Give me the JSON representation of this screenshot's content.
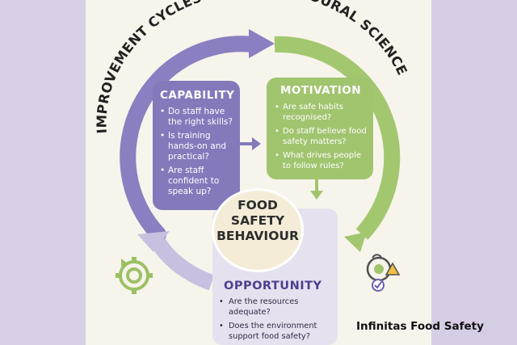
{
  "title": "IMPROVEMENT CYCLES WITH BEHAVIOURAL SCIENCE",
  "capability": {
    "heading": "CAPABILITY",
    "items": [
      "Do staff have the right skills?",
      "Is training hands-on and practical?",
      "Are staff confident to speak up?"
    ]
  },
  "motivation": {
    "heading": "MOTIVATION",
    "items": [
      "Are safe habits recognised?",
      "Do staff believe food safety matters?",
      "What drives people to follow rules?"
    ]
  },
  "center": {
    "line1": "FOOD",
    "line2": "SAFETY",
    "line3": "BEHAVIOUR"
  },
  "opportunity": {
    "heading": "OPPORTUNITY",
    "items": [
      "Are the resources adequate?",
      "Does the environment support food safety?"
    ]
  },
  "brand": "Infinitas Food Safety",
  "icons": [
    "gear-cycle-icon",
    "food-safety-badge-icon",
    "check-icon"
  ],
  "colors": {
    "purple": "#8479bb",
    "green": "#a1c46f",
    "lavender": "#c9bfe0",
    "cream": "#f7f4ec"
  }
}
